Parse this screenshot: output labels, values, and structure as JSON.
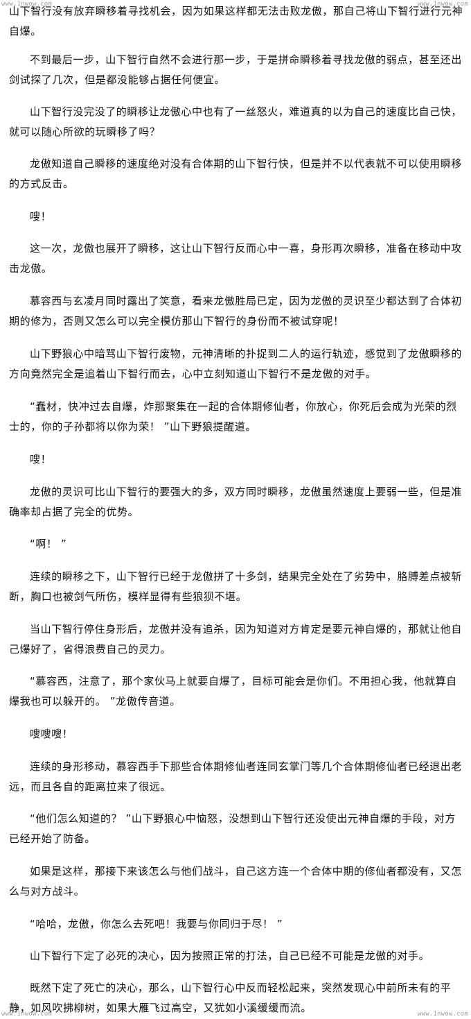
{
  "watermarks": {
    "top_left": "www.1nwow.com",
    "top_right": "www.1nwow.com",
    "bottom_left": "www.1nwow.com",
    "bottom_right": "www.1nwow.com"
  },
  "paragraphs": [
    "山下智行没有放弃瞬移着寻找机会，因为如果这样都无法击败龙傲，那自己将山下智行进行元神自爆。",
    "不到最后一步，山下智行自然不会进行那一步，于是拼命瞬移着寻找龙傲的弱点，甚至还出剑试探了几次，但是都没能够占据任何便宜。",
    "山下智行没完没了的瞬移让龙傲心中也有了一丝怒火，难道真的以为自己的速度比自己快，就可以随心所欲的玩瞬移了吗？",
    "龙傲知道自己瞬移的速度绝对没有合体期的山下智行快，但是并不以代表就不可以使用瞬移的方式反击。",
    "嗖！",
    "这一次，龙傲也展开了瞬移，这让山下智行反而心中一喜，身形再次瞬移，准备在移动中攻击龙傲。",
    "慕容西与玄凌月同时露出了笑意，看来龙傲胜局已定，因为龙傲的灵识至少都达到了合体初期的修为，否则又怎么可以完全模仿那山下智行的身份而不被试穿呢！",
    "山下野狼心中暗骂山下智行废物，元神清晰的扑捉到二人的运行轨迹，感觉到了龙傲瞬移的方向竟然完全是追着山下智行而去，心中立刻知道山下智行不是龙傲的对手。",
    "“蠢材，快冲过去自爆，炸那聚集在一起的合体期修仙者，你放心，你死后会成为光荣的烈士的，你的子孙都将以你为荣！ ”山下野狼提醒道。",
    "嗖！",
    "龙傲的灵识可比山下智行的要强大的多，双方同时瞬移，龙傲虽然速度上要弱一些，但是准确率却占据了完全的优势。",
    "“啊！ ”",
    "连续的瞬移之下，山下智行已经于龙傲拼了十多剑，结果完全处在了劣势中，胳膊差点被斩断，胸口也被剑气所伤，模样显得有些狼狈不堪。",
    "当山下智行停住身形后，龙傲并没有追杀，因为知道对方肯定是要元神自爆的，那就让他自己爆好了，省得浪费自己的灵力。",
    "“慕容西，注意了，那个家伙马上就要自爆了，目标可能会是你们。不用担心我，他就算自爆我也可以躲开的。 ”龙傲传音道。",
    "嗖嗖嗖！",
    "连续的身形移动，慕容西手下那些合体期修仙者连同玄掌门等几个合体期修仙者已经退出老远，而且各自的距离拉来了很远。",
    "“他们怎么知道的？ ”山下野狼心中恼怒，没想到山下智行还没使出元神自爆的手段，对方已经开始了防备。",
    "如果是这样，那接下来该怎么与他们战斗，自己这方连一个合体中期的修仙者都没有，又怎么与对方战斗。",
    "“哈哈，龙傲，你怎么去死吧！我要与你同归于尽！ ”",
    "山下智行下定了必死的决心，因为按照正常的打法，自己已经不可能是龙傲的对手。",
    "既然下定了死亡的决心，那么，山下智行心中反而轻松起来，突然发现心中前所未有的平静，如风吹拂柳树，如果大雁飞过高空，又犹如小溪缓缓而流。"
  ]
}
